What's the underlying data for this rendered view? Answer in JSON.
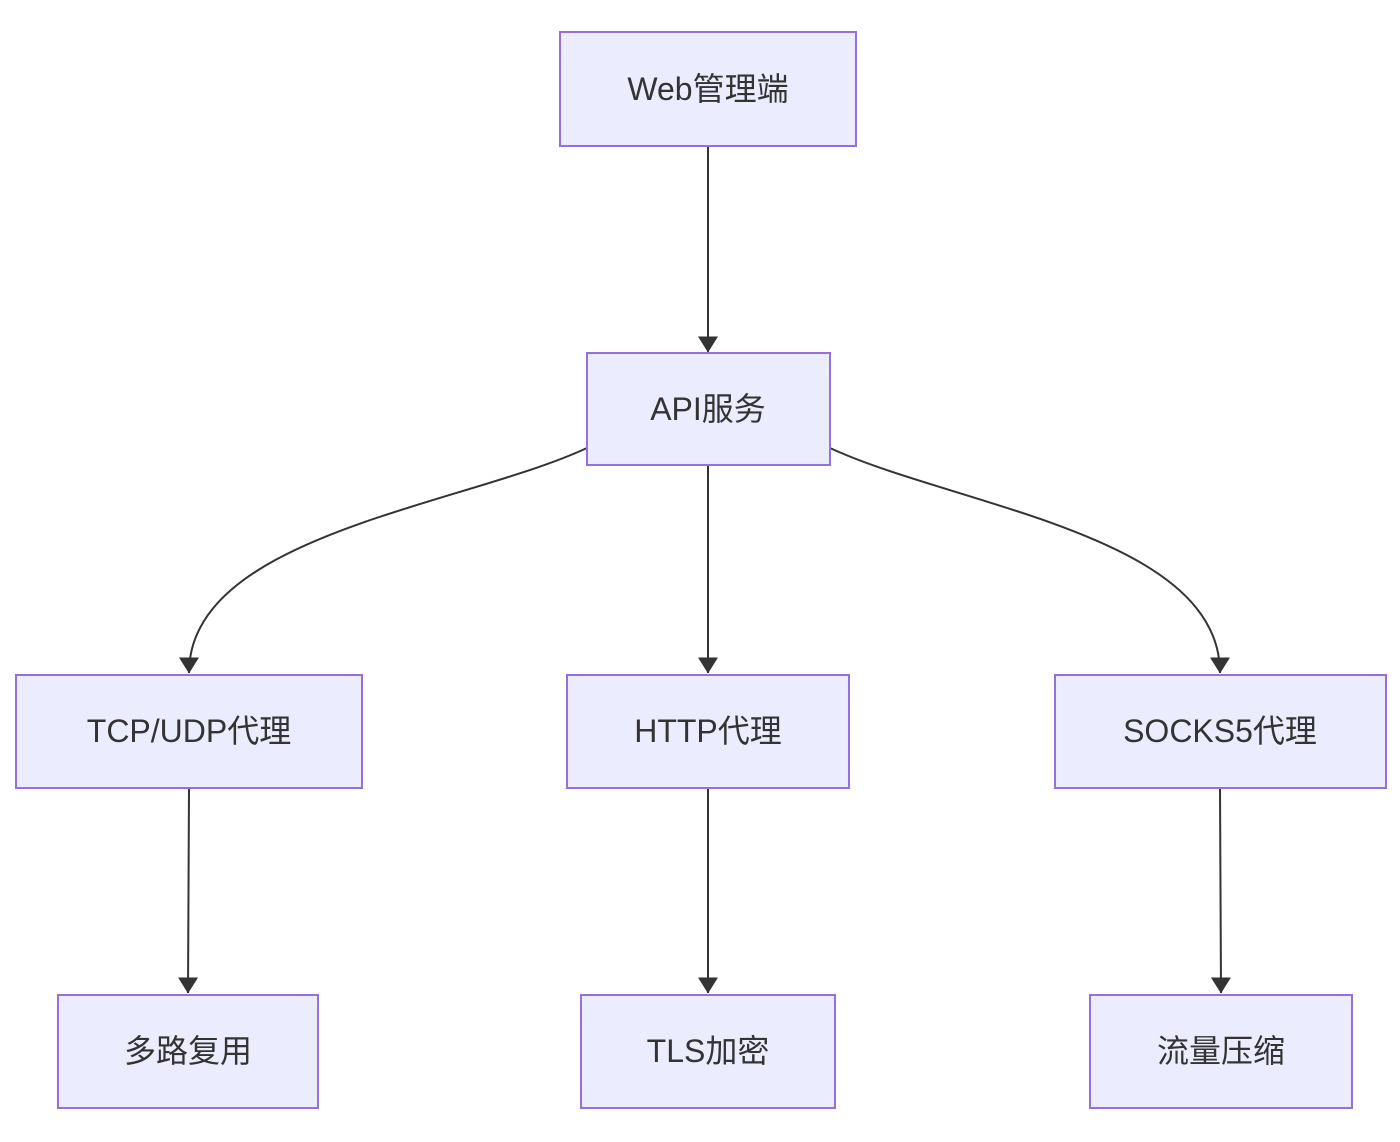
{
  "diagram": {
    "type": "flowchart",
    "direction": "top-down",
    "colors": {
      "background": "#ffffff",
      "node_fill": "#ECECFF",
      "node_border": "#9370DB",
      "edge_color": "#333333",
      "text_color": "#333333"
    },
    "nodes": [
      {
        "id": "web-admin",
        "label": "Web管理端"
      },
      {
        "id": "api-service",
        "label": "API服务"
      },
      {
        "id": "tcp-udp-proxy",
        "label": "TCP/UDP代理"
      },
      {
        "id": "http-proxy",
        "label": "HTTP代理"
      },
      {
        "id": "socks5-proxy",
        "label": "SOCKS5代理"
      },
      {
        "id": "multiplexing",
        "label": "多路复用"
      },
      {
        "id": "tls-encryption",
        "label": "TLS加密"
      },
      {
        "id": "traffic-compression",
        "label": "流量压缩"
      }
    ],
    "edges": [
      {
        "from": "web-admin",
        "to": "api-service"
      },
      {
        "from": "api-service",
        "to": "tcp-udp-proxy"
      },
      {
        "from": "api-service",
        "to": "http-proxy"
      },
      {
        "from": "api-service",
        "to": "socks5-proxy"
      },
      {
        "from": "tcp-udp-proxy",
        "to": "multiplexing"
      },
      {
        "from": "http-proxy",
        "to": "tls-encryption"
      },
      {
        "from": "socks5-proxy",
        "to": "traffic-compression"
      }
    ]
  }
}
